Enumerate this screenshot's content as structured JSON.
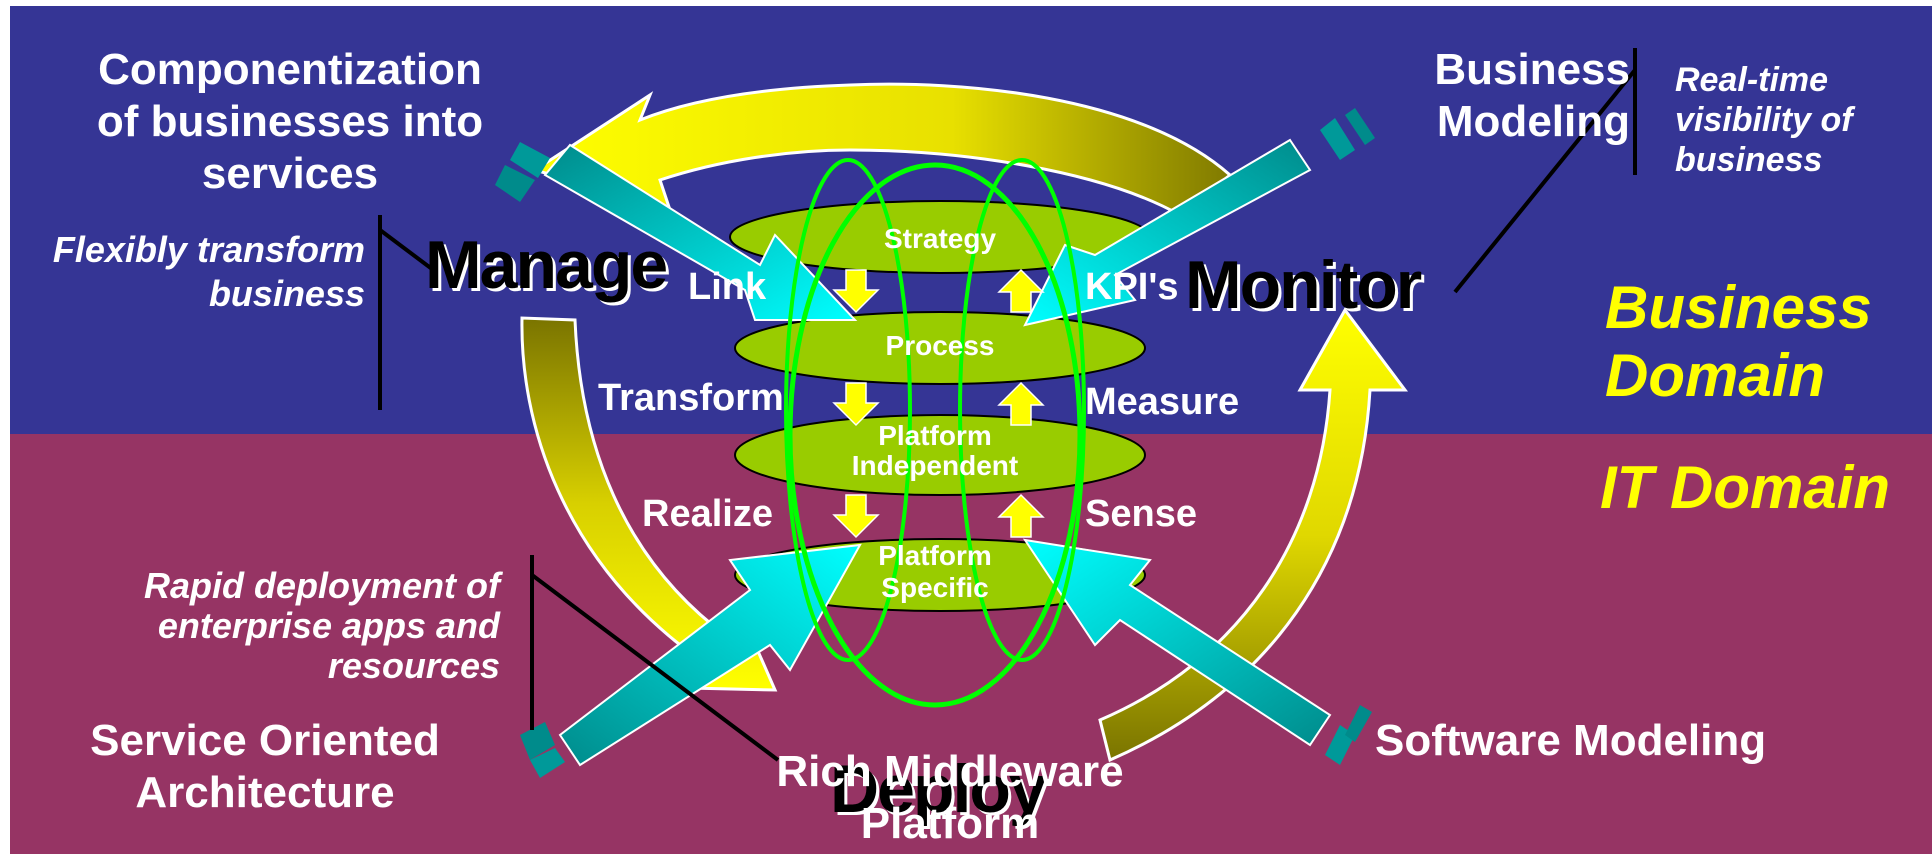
{
  "domains": {
    "business": "Business Domain",
    "business_line1": "Business",
    "business_line2": "Domain",
    "it": "IT Domain"
  },
  "cycle": {
    "manage": "Manage",
    "monitor": "Monitor",
    "deploy": "Deploy"
  },
  "layers": {
    "strategy": "Strategy",
    "process": "Process",
    "platform_independent_1": "Platform",
    "platform_independent_2": "Independent",
    "platform_specific_1": "Platform",
    "platform_specific_2": "Specific"
  },
  "left_verbs": {
    "link": "Link",
    "transform": "Transform",
    "realize": "Realize"
  },
  "right_verbs": {
    "kpis": "KPI's",
    "measure": "Measure",
    "sense": "Sense"
  },
  "corners": {
    "top_left_1": "Componentization",
    "top_left_2": "of businesses into",
    "top_left_3": "services",
    "top_right_1": "Business",
    "top_right_2": "Modeling",
    "bottom_left_1": "Service Oriented",
    "bottom_left_2": "Architecture",
    "bottom_right": "Software Modeling",
    "bottom_center_1": "Rich Middleware",
    "bottom_center_2": "Platform"
  },
  "notes": {
    "flex_1": "Flexibly transform",
    "flex_2": "business",
    "realtime_1": "Real-time",
    "realtime_2": "visibility of",
    "realtime_3": "business",
    "rapid_1": "Rapid deployment of",
    "rapid_2": "enterprise apps and",
    "rapid_3": "resources"
  },
  "colors": {
    "business_bg": "#353595",
    "it_bg": "#963464",
    "ellipse_fill": "#99cc00",
    "orbit_green": "#00ff00",
    "cyan_arrow": "#00e5e5",
    "yellow_arrow": "#ffff00",
    "domain_text": "#ffff00"
  }
}
